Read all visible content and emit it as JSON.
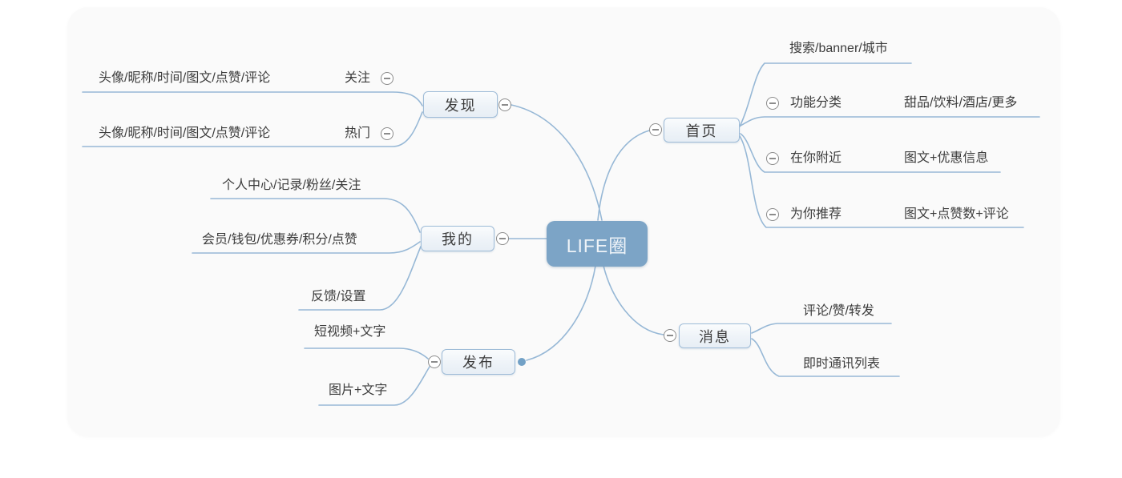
{
  "root": {
    "label": "LIFE圈"
  },
  "left": {
    "faxian": {
      "label": "发现",
      "items": [
        {
          "label": "关注",
          "detail": "头像/昵称/时间/图文/点赞/评论"
        },
        {
          "label": "热门",
          "detail": "头像/昵称/时间/图文/点赞/评论"
        }
      ]
    },
    "wode": {
      "label": "我的",
      "items": [
        {
          "label": "个人中心/记录/粉丝/关注"
        },
        {
          "label": "会员/钱包/优惠券/积分/点赞"
        },
        {
          "label": "反馈/设置"
        }
      ]
    },
    "fabu": {
      "label": "发布",
      "items": [
        {
          "label": "短视频+文字"
        },
        {
          "label": "图片+文字"
        }
      ]
    }
  },
  "right": {
    "shouye": {
      "label": "首页",
      "items": [
        {
          "label": "搜索/banner/城市"
        },
        {
          "label": "功能分类",
          "detail": "甜品/饮料/酒店/更多"
        },
        {
          "label": "在你附近",
          "detail": "图文+优惠信息"
        },
        {
          "label": "为你推荐",
          "detail": "图文+点赞数+评论"
        }
      ]
    },
    "xiaoxi": {
      "label": "消息",
      "items": [
        {
          "label": "评论/赞/转发"
        },
        {
          "label": "即时通讯列表"
        }
      ]
    }
  },
  "icons": {
    "collapse": "minus-circle-icon",
    "connection": "connection-dot"
  },
  "colors": {
    "root_fill": "#7ca4c6",
    "root_text": "#eef3f8",
    "node_border": "#9fbcd8",
    "node_fill": "#eef3f8",
    "wire": "#97b8d6",
    "text": "#3c3c3c",
    "collapse_border": "#8c8c8c",
    "connection_dot": "#72a1c6",
    "canvas_fill": "#fafafa",
    "page_bg": "#ffffff"
  }
}
